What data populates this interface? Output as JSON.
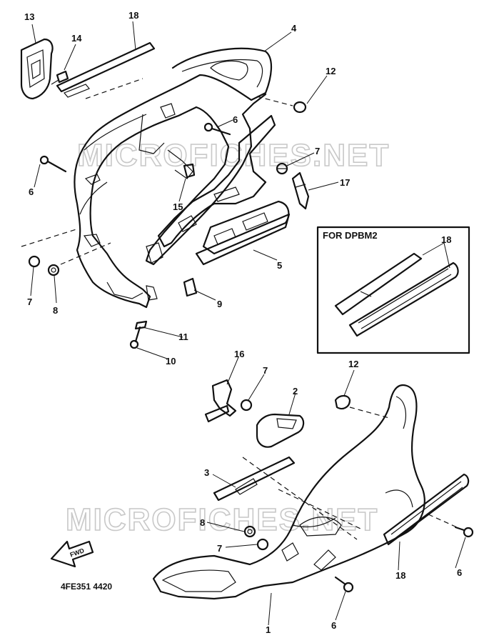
{
  "watermarks": [
    "MICROFICHES.NET",
    "MICROFICHES.NET"
  ],
  "inset": {
    "title": "FOR DPBM2"
  },
  "diagram_code": "4FE351 4420",
  "fwd_label": "FWD",
  "callouts": {
    "c13": "13",
    "c14": "14",
    "c18_top": "18",
    "c4": "4",
    "c12_top": "12",
    "c6_a": "6",
    "c7_a": "7",
    "c6_left": "6",
    "c15": "15",
    "c17": "17",
    "c5": "5",
    "c7_left": "7",
    "c8_left": "8",
    "c9": "9",
    "c11": "11",
    "c10": "10",
    "c18_inset": "18",
    "c16": "16",
    "c7_b": "7",
    "c2": "2",
    "c12_b": "12",
    "c3": "3",
    "c8_b": "8",
    "c7_c": "7",
    "c18_bottom": "18",
    "c6_right": "6",
    "c6_bottom": "6",
    "c1": "1"
  }
}
